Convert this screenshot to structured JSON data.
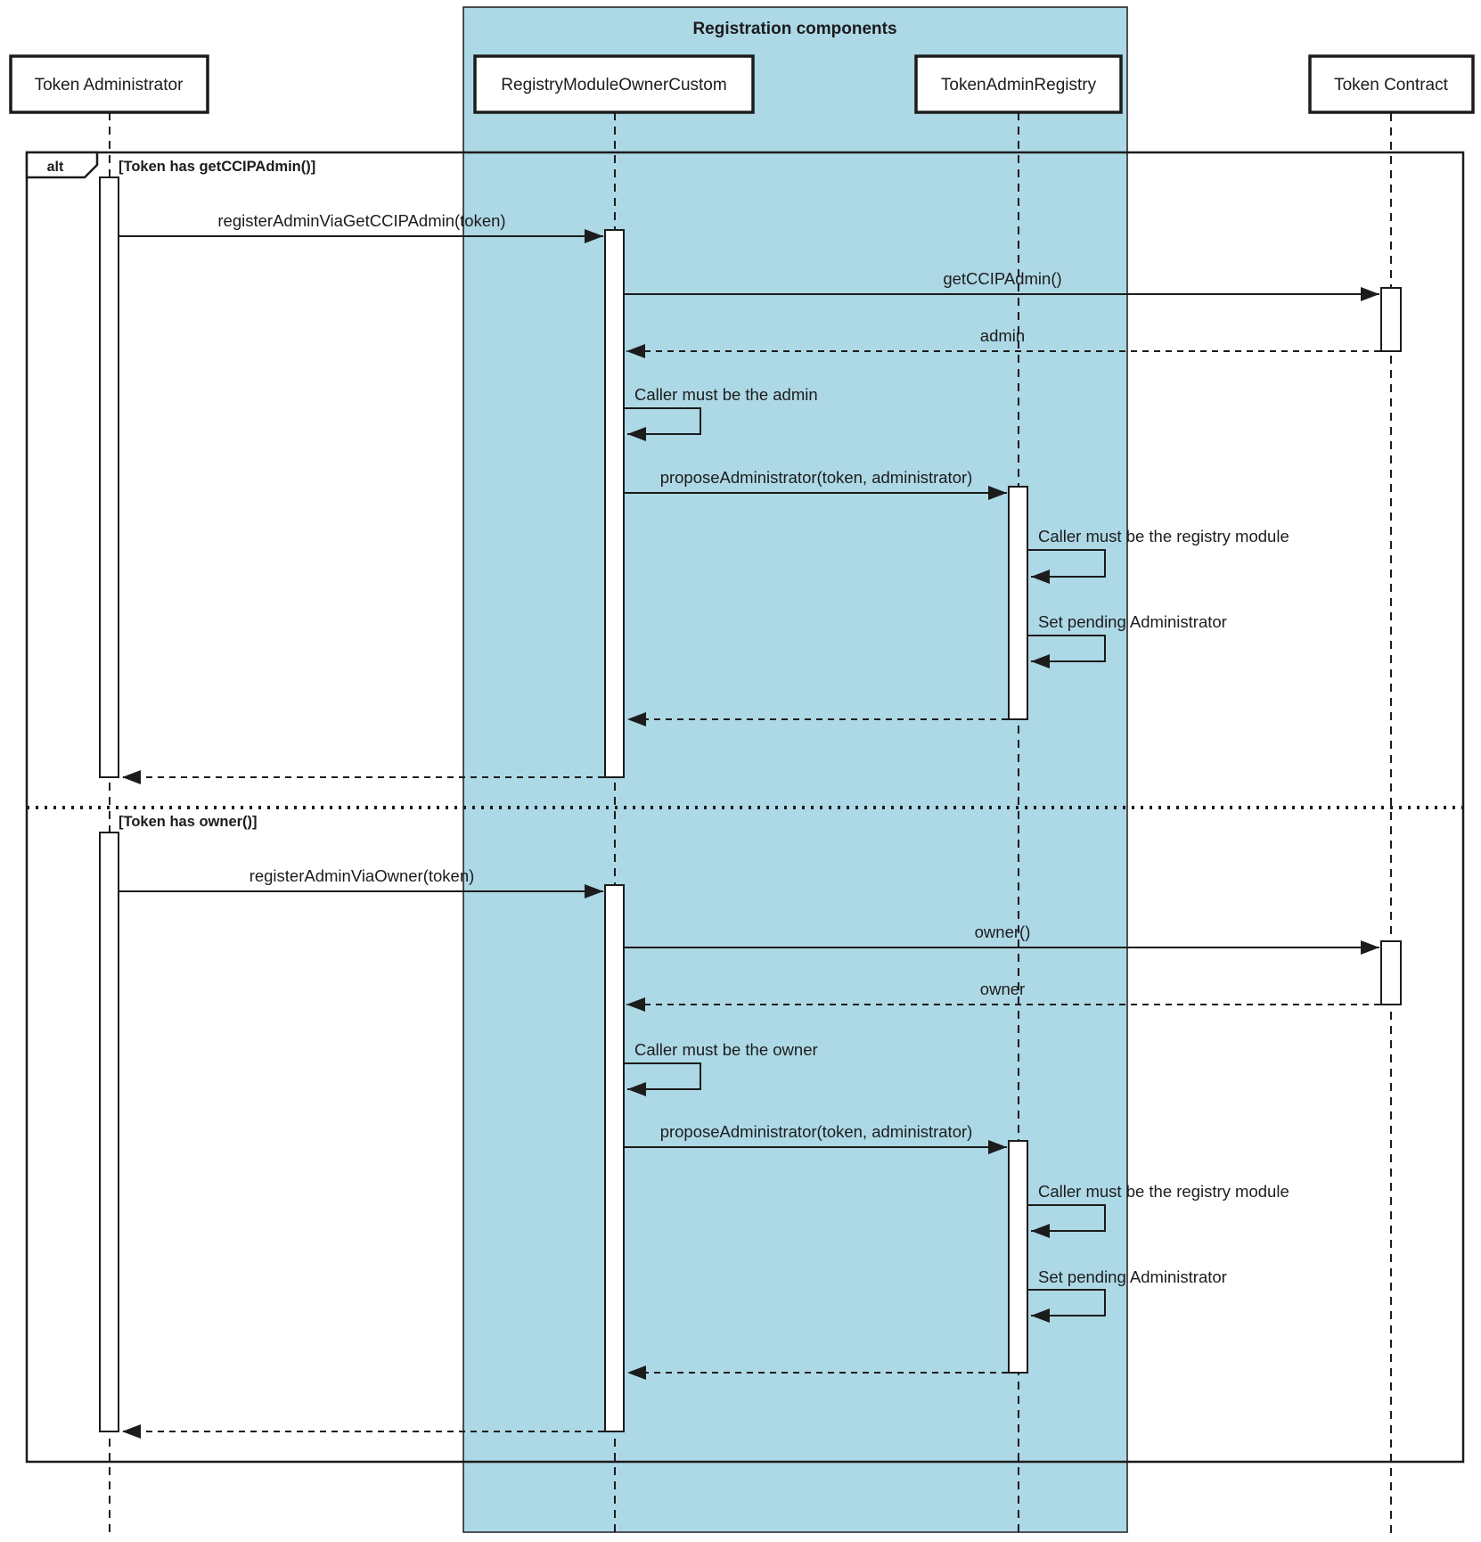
{
  "diagram_type": "uml-sequence",
  "colors": {
    "group_fill": "#ADD8E6",
    "line": "#1c1c1c",
    "background": "#ffffff"
  },
  "group": {
    "title": "Registration components"
  },
  "participants": [
    {
      "name": "Token Administrator"
    },
    {
      "name": "RegistryModuleOwnerCustom"
    },
    {
      "name": "TokenAdminRegistry"
    },
    {
      "name": "Token Contract"
    }
  ],
  "alt_frame": {
    "operator": "alt",
    "sections": [
      {
        "guard": "[Token has getCCIPAdmin()]",
        "messages": [
          {
            "from": "Token Administrator",
            "to": "RegistryModuleOwnerCustom",
            "kind": "call",
            "label": "registerAdminViaGetCCIPAdmin(token)"
          },
          {
            "from": "RegistryModuleOwnerCustom",
            "to": "Token Contract",
            "kind": "call",
            "label": "getCCIPAdmin()"
          },
          {
            "from": "Token Contract",
            "to": "RegistryModuleOwnerCustom",
            "kind": "return",
            "label": "admin"
          },
          {
            "from": "RegistryModuleOwnerCustom",
            "to": "RegistryModuleOwnerCustom",
            "kind": "self",
            "label": "Caller must be the admin"
          },
          {
            "from": "RegistryModuleOwnerCustom",
            "to": "TokenAdminRegistry",
            "kind": "call",
            "label": "proposeAdministrator(token, administrator)"
          },
          {
            "from": "TokenAdminRegistry",
            "to": "TokenAdminRegistry",
            "kind": "self",
            "label": "Caller must be the registry module"
          },
          {
            "from": "TokenAdminRegistry",
            "to": "TokenAdminRegistry",
            "kind": "self",
            "label": "Set pending Administrator"
          },
          {
            "from": "TokenAdminRegistry",
            "to": "RegistryModuleOwnerCustom",
            "kind": "return",
            "label": ""
          },
          {
            "from": "RegistryModuleOwnerCustom",
            "to": "Token Administrator",
            "kind": "return",
            "label": ""
          }
        ]
      },
      {
        "guard": "[Token has owner()]",
        "messages": [
          {
            "from": "Token Administrator",
            "to": "RegistryModuleOwnerCustom",
            "kind": "call",
            "label": "registerAdminViaOwner(token)"
          },
          {
            "from": "RegistryModuleOwnerCustom",
            "to": "Token Contract",
            "kind": "call",
            "label": "owner()"
          },
          {
            "from": "Token Contract",
            "to": "RegistryModuleOwnerCustom",
            "kind": "return",
            "label": "owner"
          },
          {
            "from": "RegistryModuleOwnerCustom",
            "to": "RegistryModuleOwnerCustom",
            "kind": "self",
            "label": "Caller must be the owner"
          },
          {
            "from": "RegistryModuleOwnerCustom",
            "to": "TokenAdminRegistry",
            "kind": "call",
            "label": "proposeAdministrator(token, administrator)"
          },
          {
            "from": "TokenAdminRegistry",
            "to": "TokenAdminRegistry",
            "kind": "self",
            "label": "Caller must be the registry module"
          },
          {
            "from": "TokenAdminRegistry",
            "to": "TokenAdminRegistry",
            "kind": "self",
            "label": "Set pending Administrator"
          },
          {
            "from": "TokenAdminRegistry",
            "to": "RegistryModuleOwnerCustom",
            "kind": "return",
            "label": ""
          },
          {
            "from": "RegistryModuleOwnerCustom",
            "to": "Token Administrator",
            "kind": "return",
            "label": ""
          }
        ]
      }
    ]
  }
}
